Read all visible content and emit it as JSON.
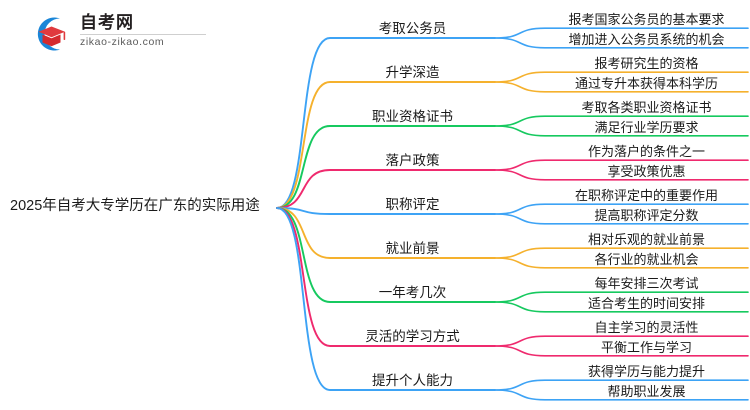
{
  "logo": {
    "title": "自考网",
    "domain": "zikao-zikao.com",
    "mark_icon": "graduation-cap-logo-icon",
    "arc_color": "#1a86d8",
    "cap_color": "#e03a3e"
  },
  "mindmap": {
    "central_topic": "2025年自考大专学历在广东的实际用途",
    "palette": [
      "#3da3f5",
      "#f5b12d",
      "#16c95f",
      "#ef2a6e"
    ],
    "branches": [
      {
        "label": "考取公务员",
        "color": "#3da3f5",
        "leaves": [
          "报考国家公务员的基本要求",
          "增加进入公务员系统的机会"
        ]
      },
      {
        "label": "升学深造",
        "color": "#f5b12d",
        "leaves": [
          "报考研究生的资格",
          "通过专升本获得本科学历"
        ]
      },
      {
        "label": "职业资格证书",
        "color": "#16c95f",
        "leaves": [
          "考取各类职业资格证书",
          "满足行业学历要求"
        ]
      },
      {
        "label": "落户政策",
        "color": "#ef2a6e",
        "leaves": [
          "作为落户的条件之一",
          "享受政策优惠"
        ]
      },
      {
        "label": "职称评定",
        "color": "#3da3f5",
        "leaves": [
          "在职称评定中的重要作用",
          "提高职称评定分数"
        ]
      },
      {
        "label": "就业前景",
        "color": "#f5b12d",
        "leaves": [
          "相对乐观的就业前景",
          "各行业的就业机会"
        ]
      },
      {
        "label": "一年考几次",
        "color": "#16c95f",
        "leaves": [
          "每年安排三次考试",
          "适合考生的时间安排"
        ]
      },
      {
        "label": "灵活的学习方式",
        "color": "#ef2a6e",
        "leaves": [
          "自主学习的灵活性",
          "平衡工作与学习"
        ]
      },
      {
        "label": "提升个人能力",
        "color": "#3da3f5",
        "leaves": [
          "获得学历与能力提升",
          "帮助职业发展"
        ]
      }
    ]
  }
}
